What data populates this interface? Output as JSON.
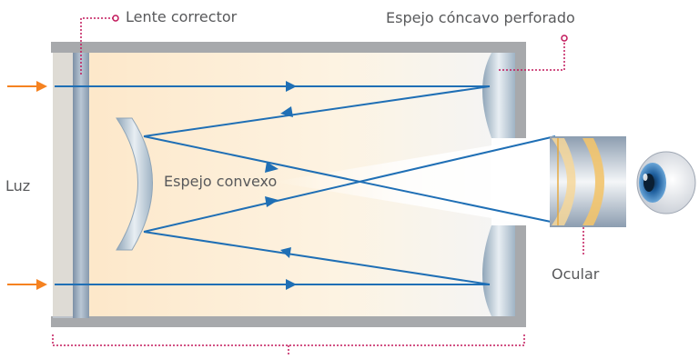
{
  "labels": {
    "corrector_lens": "Lente corrector",
    "concave_mirror": "Espejo cóncavo perforado",
    "light": "Luz",
    "convex_mirror": "Espejo convexo",
    "eyepiece": "Ocular"
  },
  "colors": {
    "tube_wall": "#a7a9ac",
    "light_ray": "#1f6fb5",
    "incoming_arrow": "#f58220",
    "callout_line": "#c2185b",
    "tube_interior": "#fdebd0",
    "mirror": "#b8c7d6",
    "lens_frame": "#f2c46d"
  },
  "icons": {
    "eye": "eye-icon"
  }
}
